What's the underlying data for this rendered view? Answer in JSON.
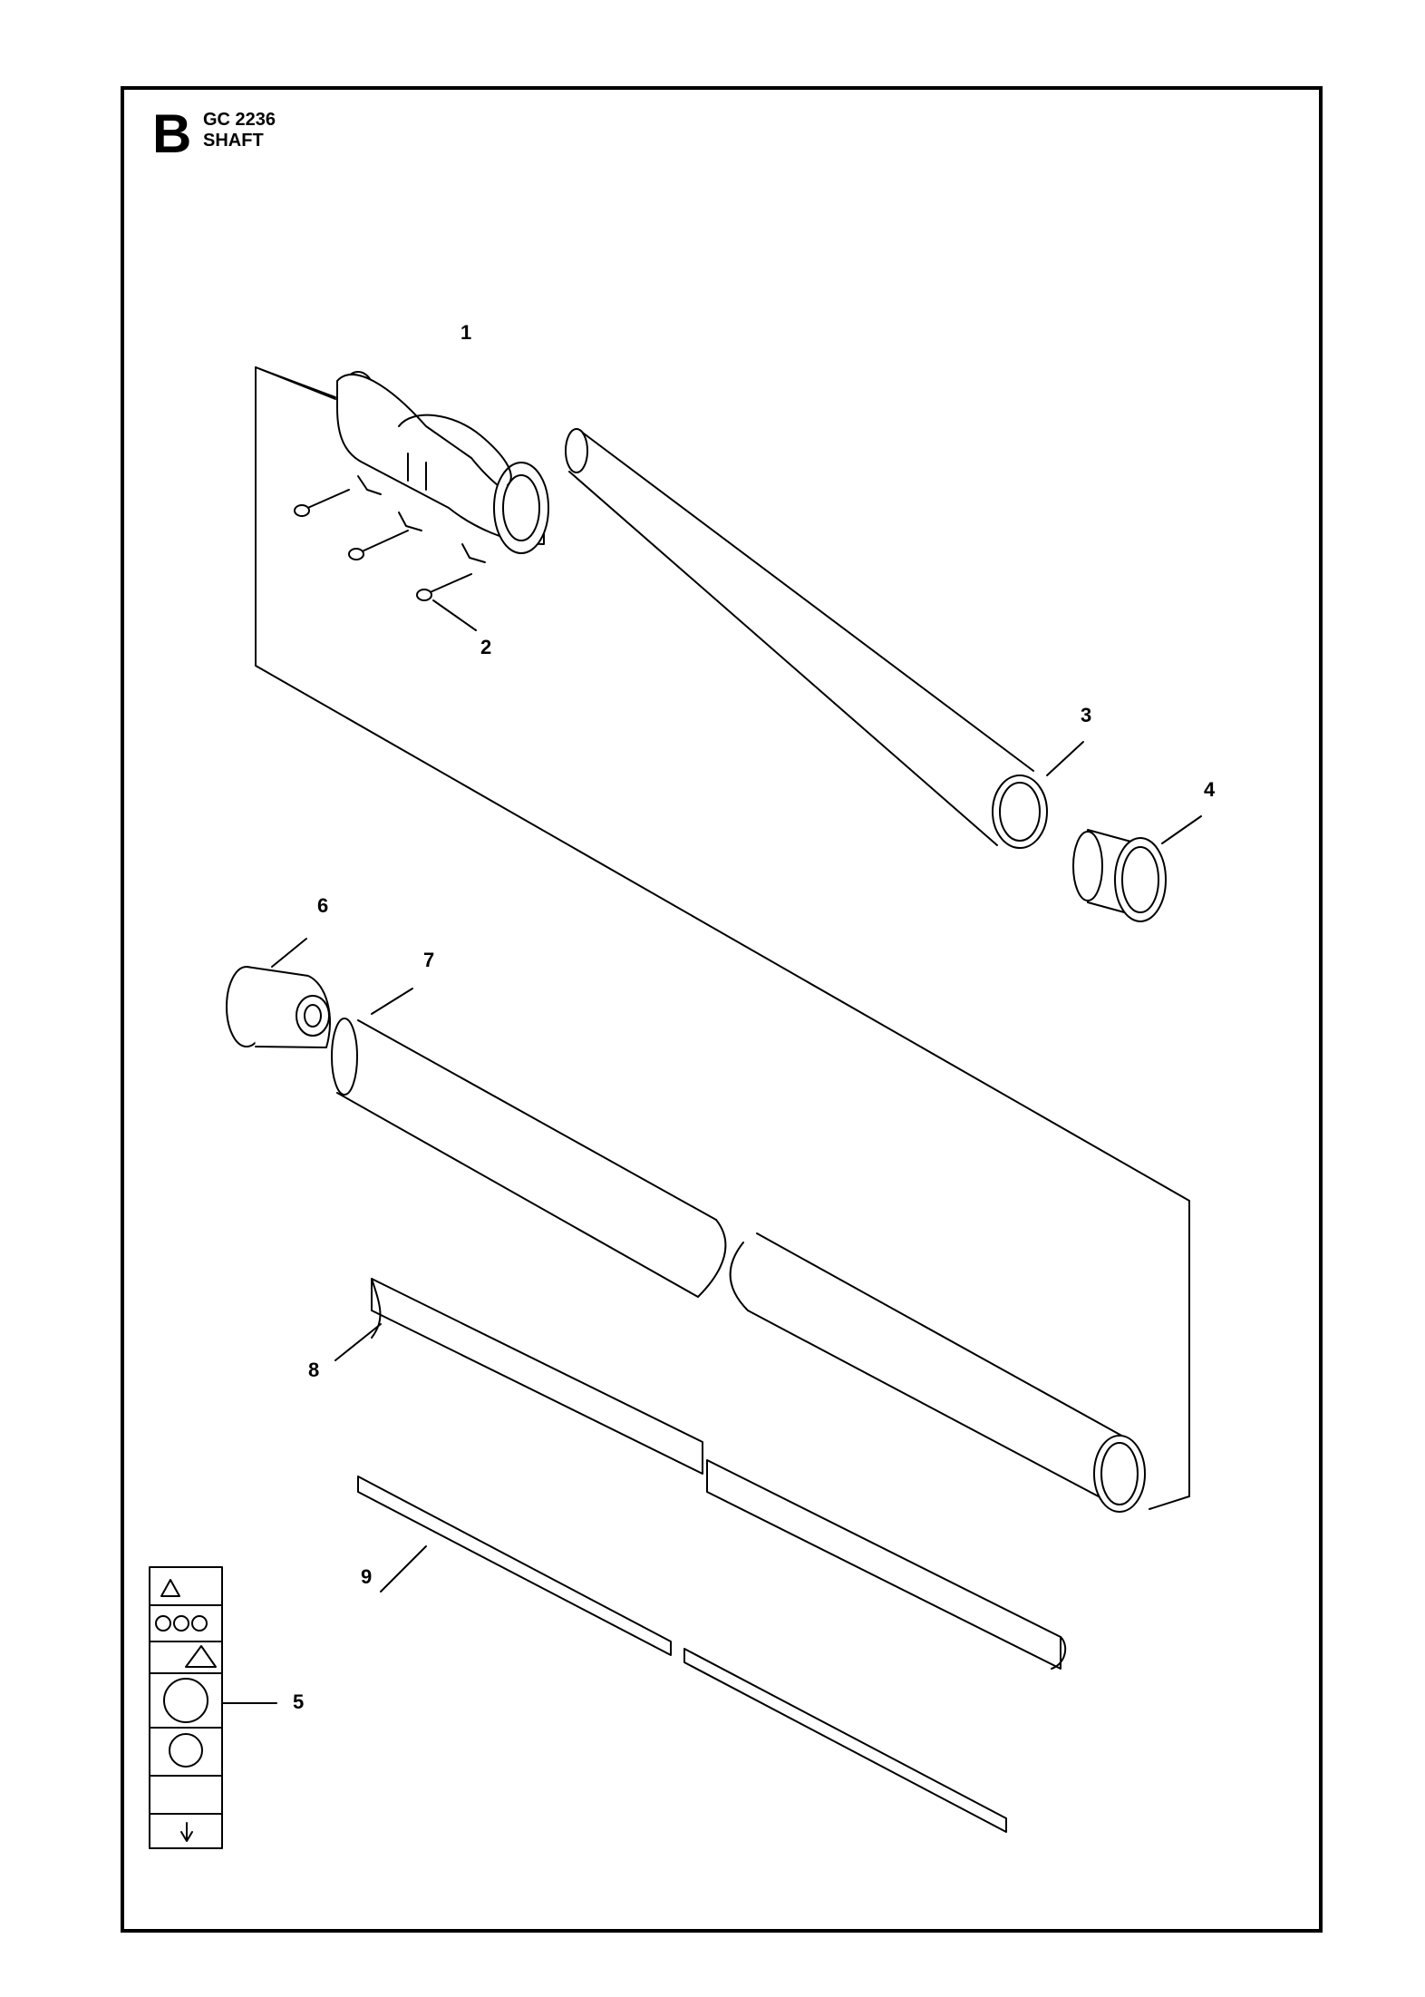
{
  "section_letter": "B",
  "model": "GC 2236",
  "title": "SHAFT",
  "callouts": [
    "1",
    "2",
    "3",
    "4",
    "5",
    "6",
    "7",
    "8",
    "9"
  ]
}
